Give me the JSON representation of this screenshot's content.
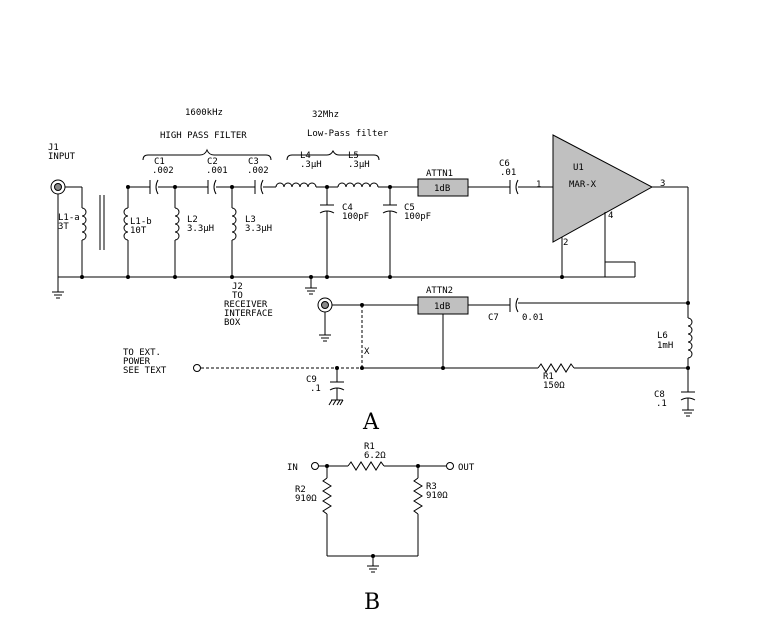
{
  "figure_a": {
    "letter": "A",
    "header_1600": "1600kHz",
    "header_32": "32Mhz",
    "hpf_title": "HIGH PASS FILTER",
    "lpf_title": "Low-Pass filter",
    "j1_ref": "J1",
    "j1_name": "INPUT",
    "l1a_ref": "L1-a",
    "l1a_val": "3T",
    "l1b_ref": "L1-b",
    "l1b_val": "10T",
    "c1_ref": "C1",
    "c1_val": ".002",
    "c2_ref": "C2",
    "c2_val": ".001",
    "c3_ref": "C3",
    "c3_val": ".002",
    "l2_ref": "L2",
    "l2_val": "3.3µH",
    "l3_ref": "L3",
    "l3_val": "3.3µH",
    "l4_ref": "L4",
    "l4_val": ".3µH",
    "l5_ref": "L5",
    "l5_val": ".3µH",
    "c4_ref": "C4",
    "c4_val": "100pF",
    "c5_ref": "C5",
    "c5_val": "100pF",
    "attn1_ref": "ATTN1",
    "attn1_val": "1dB",
    "c6_ref": "C6",
    "c6_val": ".01",
    "u1_ref": "U1",
    "u1_val": "MAR-X",
    "u1_pin1": "1",
    "u1_pin2": "2",
    "u1_pin3": "3",
    "u1_pin4": "4",
    "j2_lines": [
      "J2",
      "TO",
      "RECEIVER",
      "INTERFACE",
      "BOX"
    ],
    "attn2_ref": "ATTN2",
    "attn2_val": "1dB",
    "c7_ref": "C7",
    "c7_val": "0.01",
    "l6_ref": "L6",
    "l6_val": "1mH",
    "x_label": "X",
    "ext_lines": [
      "TO EXT.",
      "POWER",
      "SEE TEXT"
    ],
    "c9_ref": "C9",
    "c9_val": ".1",
    "r1_ref": "R1",
    "r1_val": "150Ω",
    "c8_ref": "C8",
    "c8_val": ".1"
  },
  "figure_b": {
    "letter": "B",
    "in_label": "IN",
    "out_label": "OUT",
    "r1_ref": "R1",
    "r1_val": "6.2Ω",
    "r2_ref": "R2",
    "r2_val": "910Ω",
    "r3_ref": "R3",
    "r3_val": "910Ω"
  }
}
